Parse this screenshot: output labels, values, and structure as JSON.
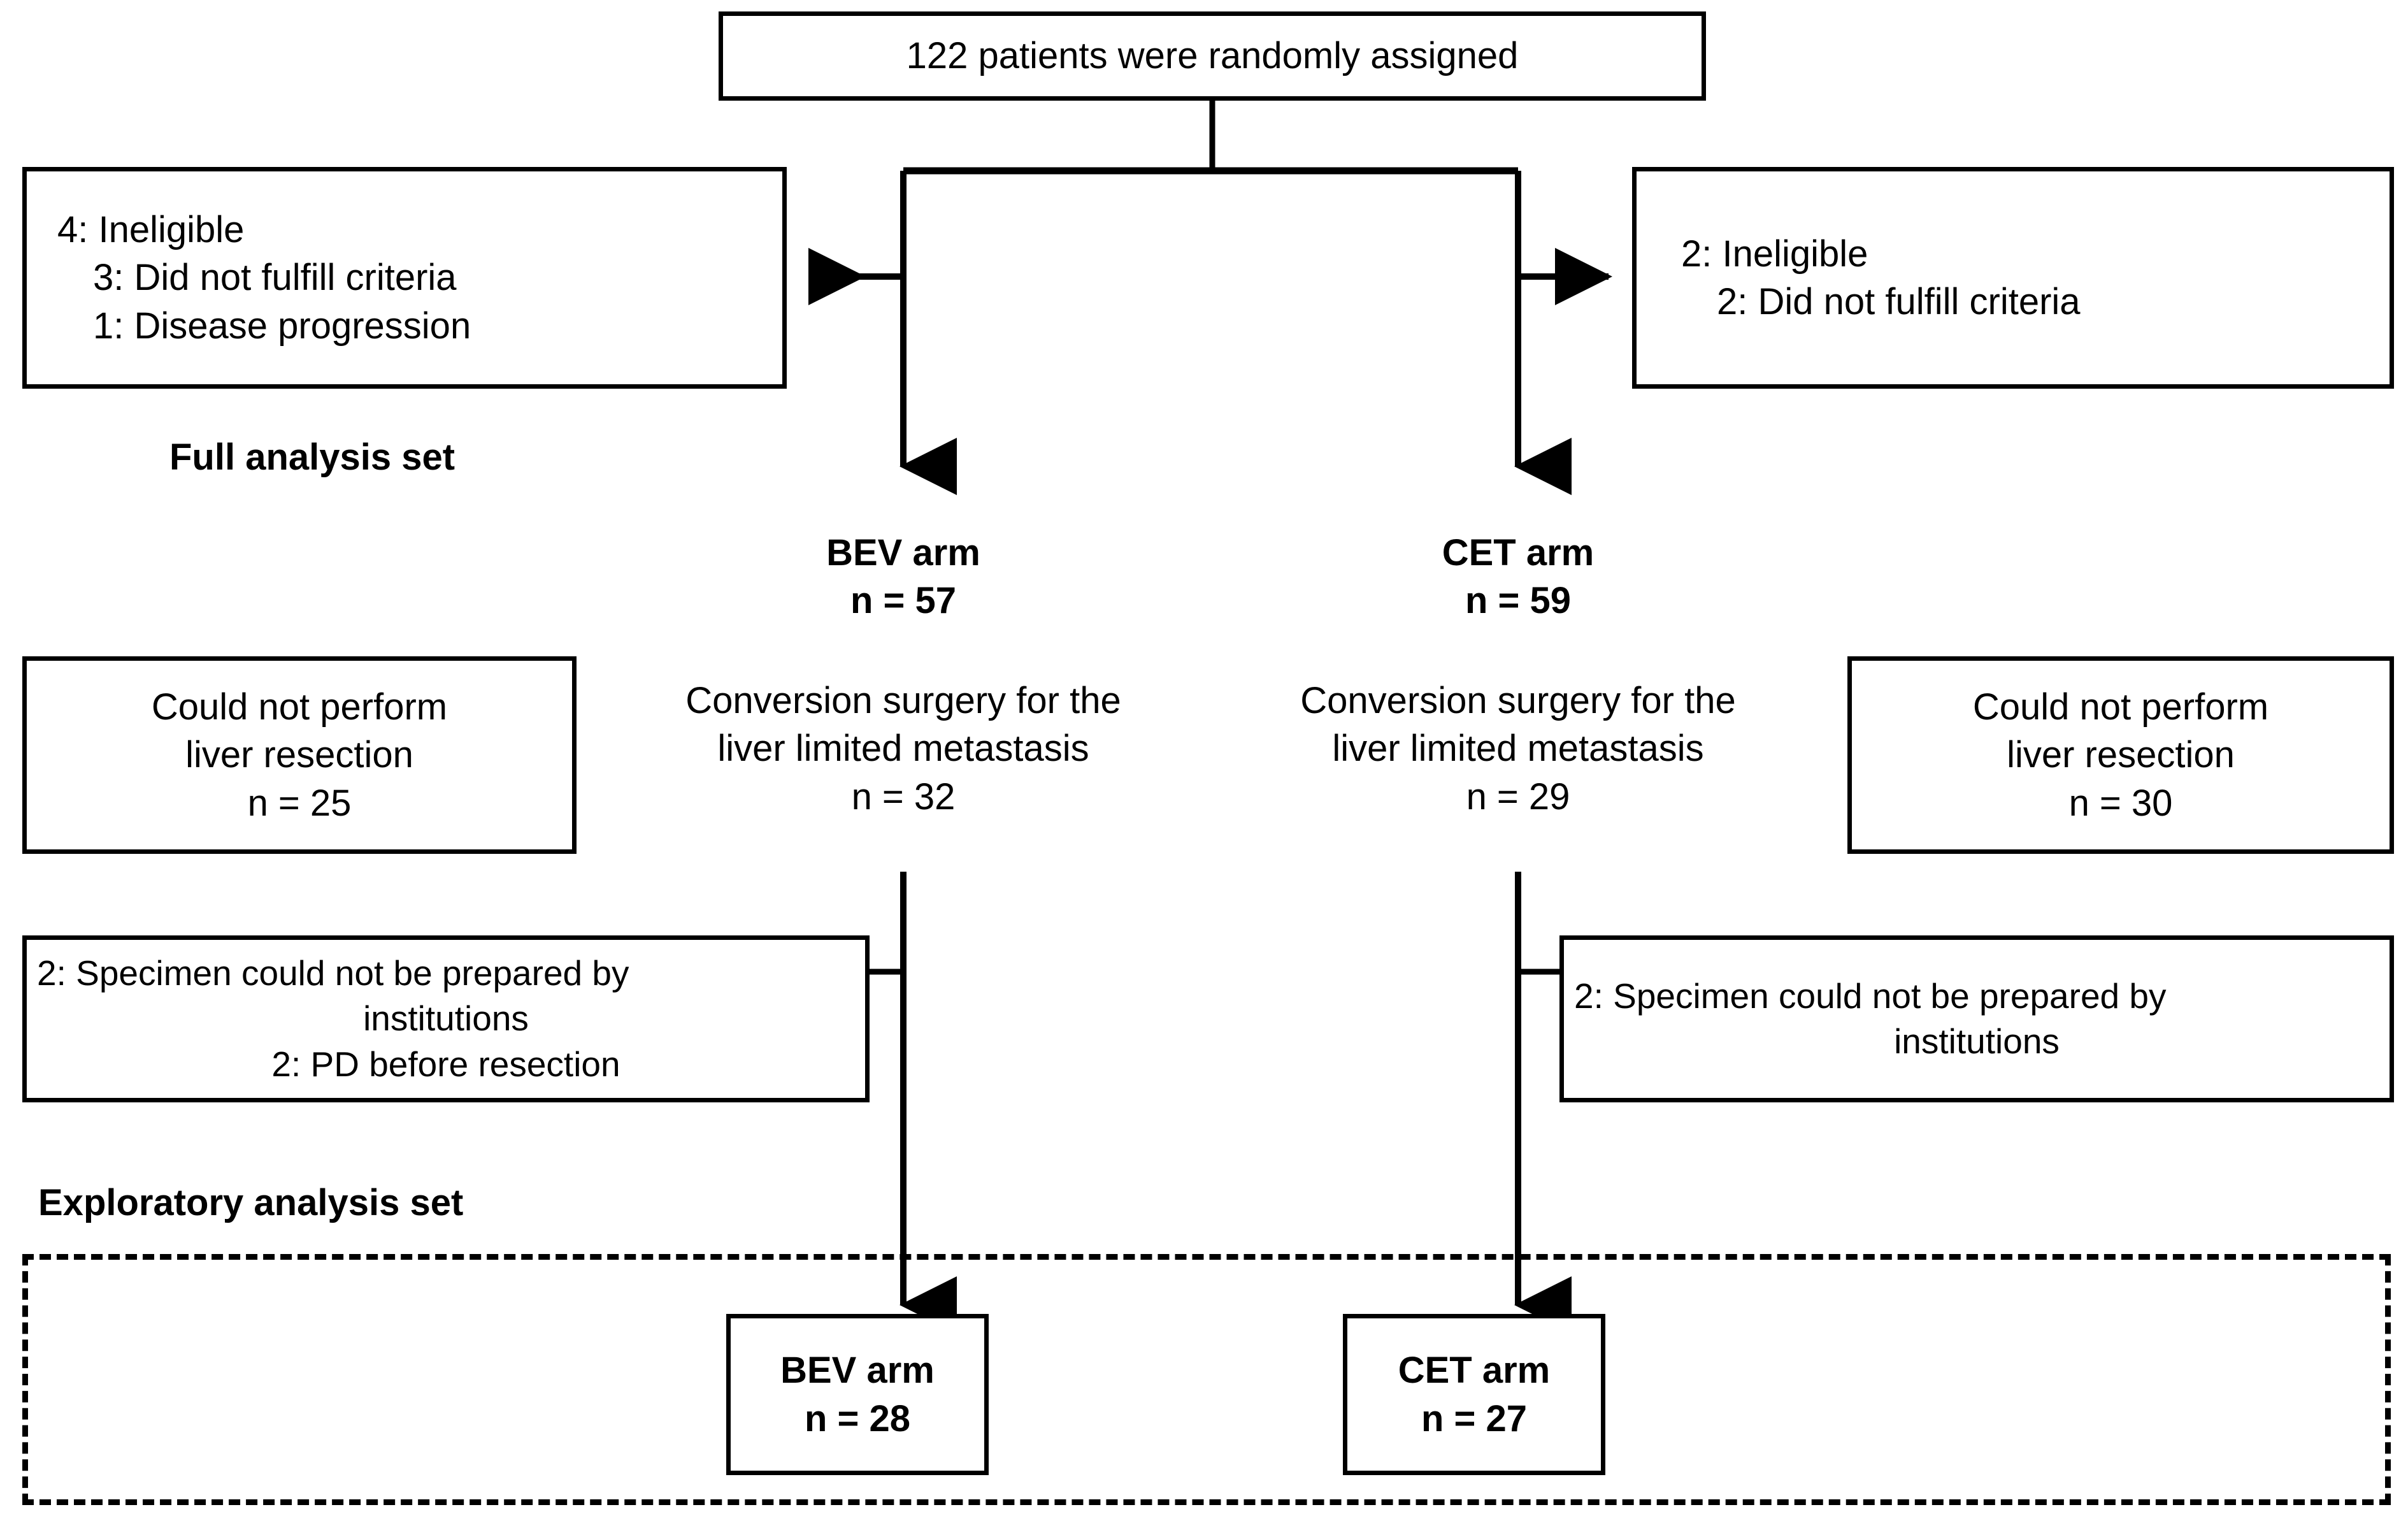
{
  "diagram": {
    "type": "consort-flow-diagram",
    "title_box": {
      "text": "122 patients were randomly assigned"
    },
    "exclusions": {
      "left": {
        "line1": "4: Ineligible",
        "line2": "3: Did not fulfill criteria",
        "line3": "1: Disease progression"
      },
      "right": {
        "line1": "2: Ineligible",
        "line2": "2: Did not fulfill criteria"
      }
    },
    "section_labels": {
      "full_analysis_set": "Full analysis set",
      "exploratory_analysis_set": "Exploratory analysis set"
    },
    "arms": {
      "bev": {
        "name": "BEV arm",
        "n_randomized": "n = 57",
        "conversion_line1": "Conversion surgery for the",
        "conversion_line2": "liver limited metastasis",
        "conversion_n": "n = 32",
        "no_resection_line1": "Could not perform",
        "no_resection_line2": "liver resection",
        "no_resection_n": "n = 25",
        "specimen_line1": "2: Specimen could not be prepared by",
        "specimen_line2": "institutions",
        "specimen_line3": "2: PD before resection",
        "final_name": "BEV arm",
        "final_n": "n = 28"
      },
      "cet": {
        "name": "CET arm",
        "n_randomized": "n = 59",
        "conversion_line1": "Conversion surgery for the",
        "conversion_line2": "liver limited metastasis",
        "conversion_n": "n = 29",
        "no_resection_line1": "Could not perform",
        "no_resection_line2": "liver resection",
        "no_resection_n": "n = 30",
        "specimen_line1": "2: Specimen could not be prepared by",
        "specimen_line2": "institutions",
        "final_name": "CET arm",
        "final_n": "n = 27"
      }
    },
    "colors": {
      "stroke": "#000000",
      "background": "#ffffff",
      "text": "#000000"
    }
  }
}
